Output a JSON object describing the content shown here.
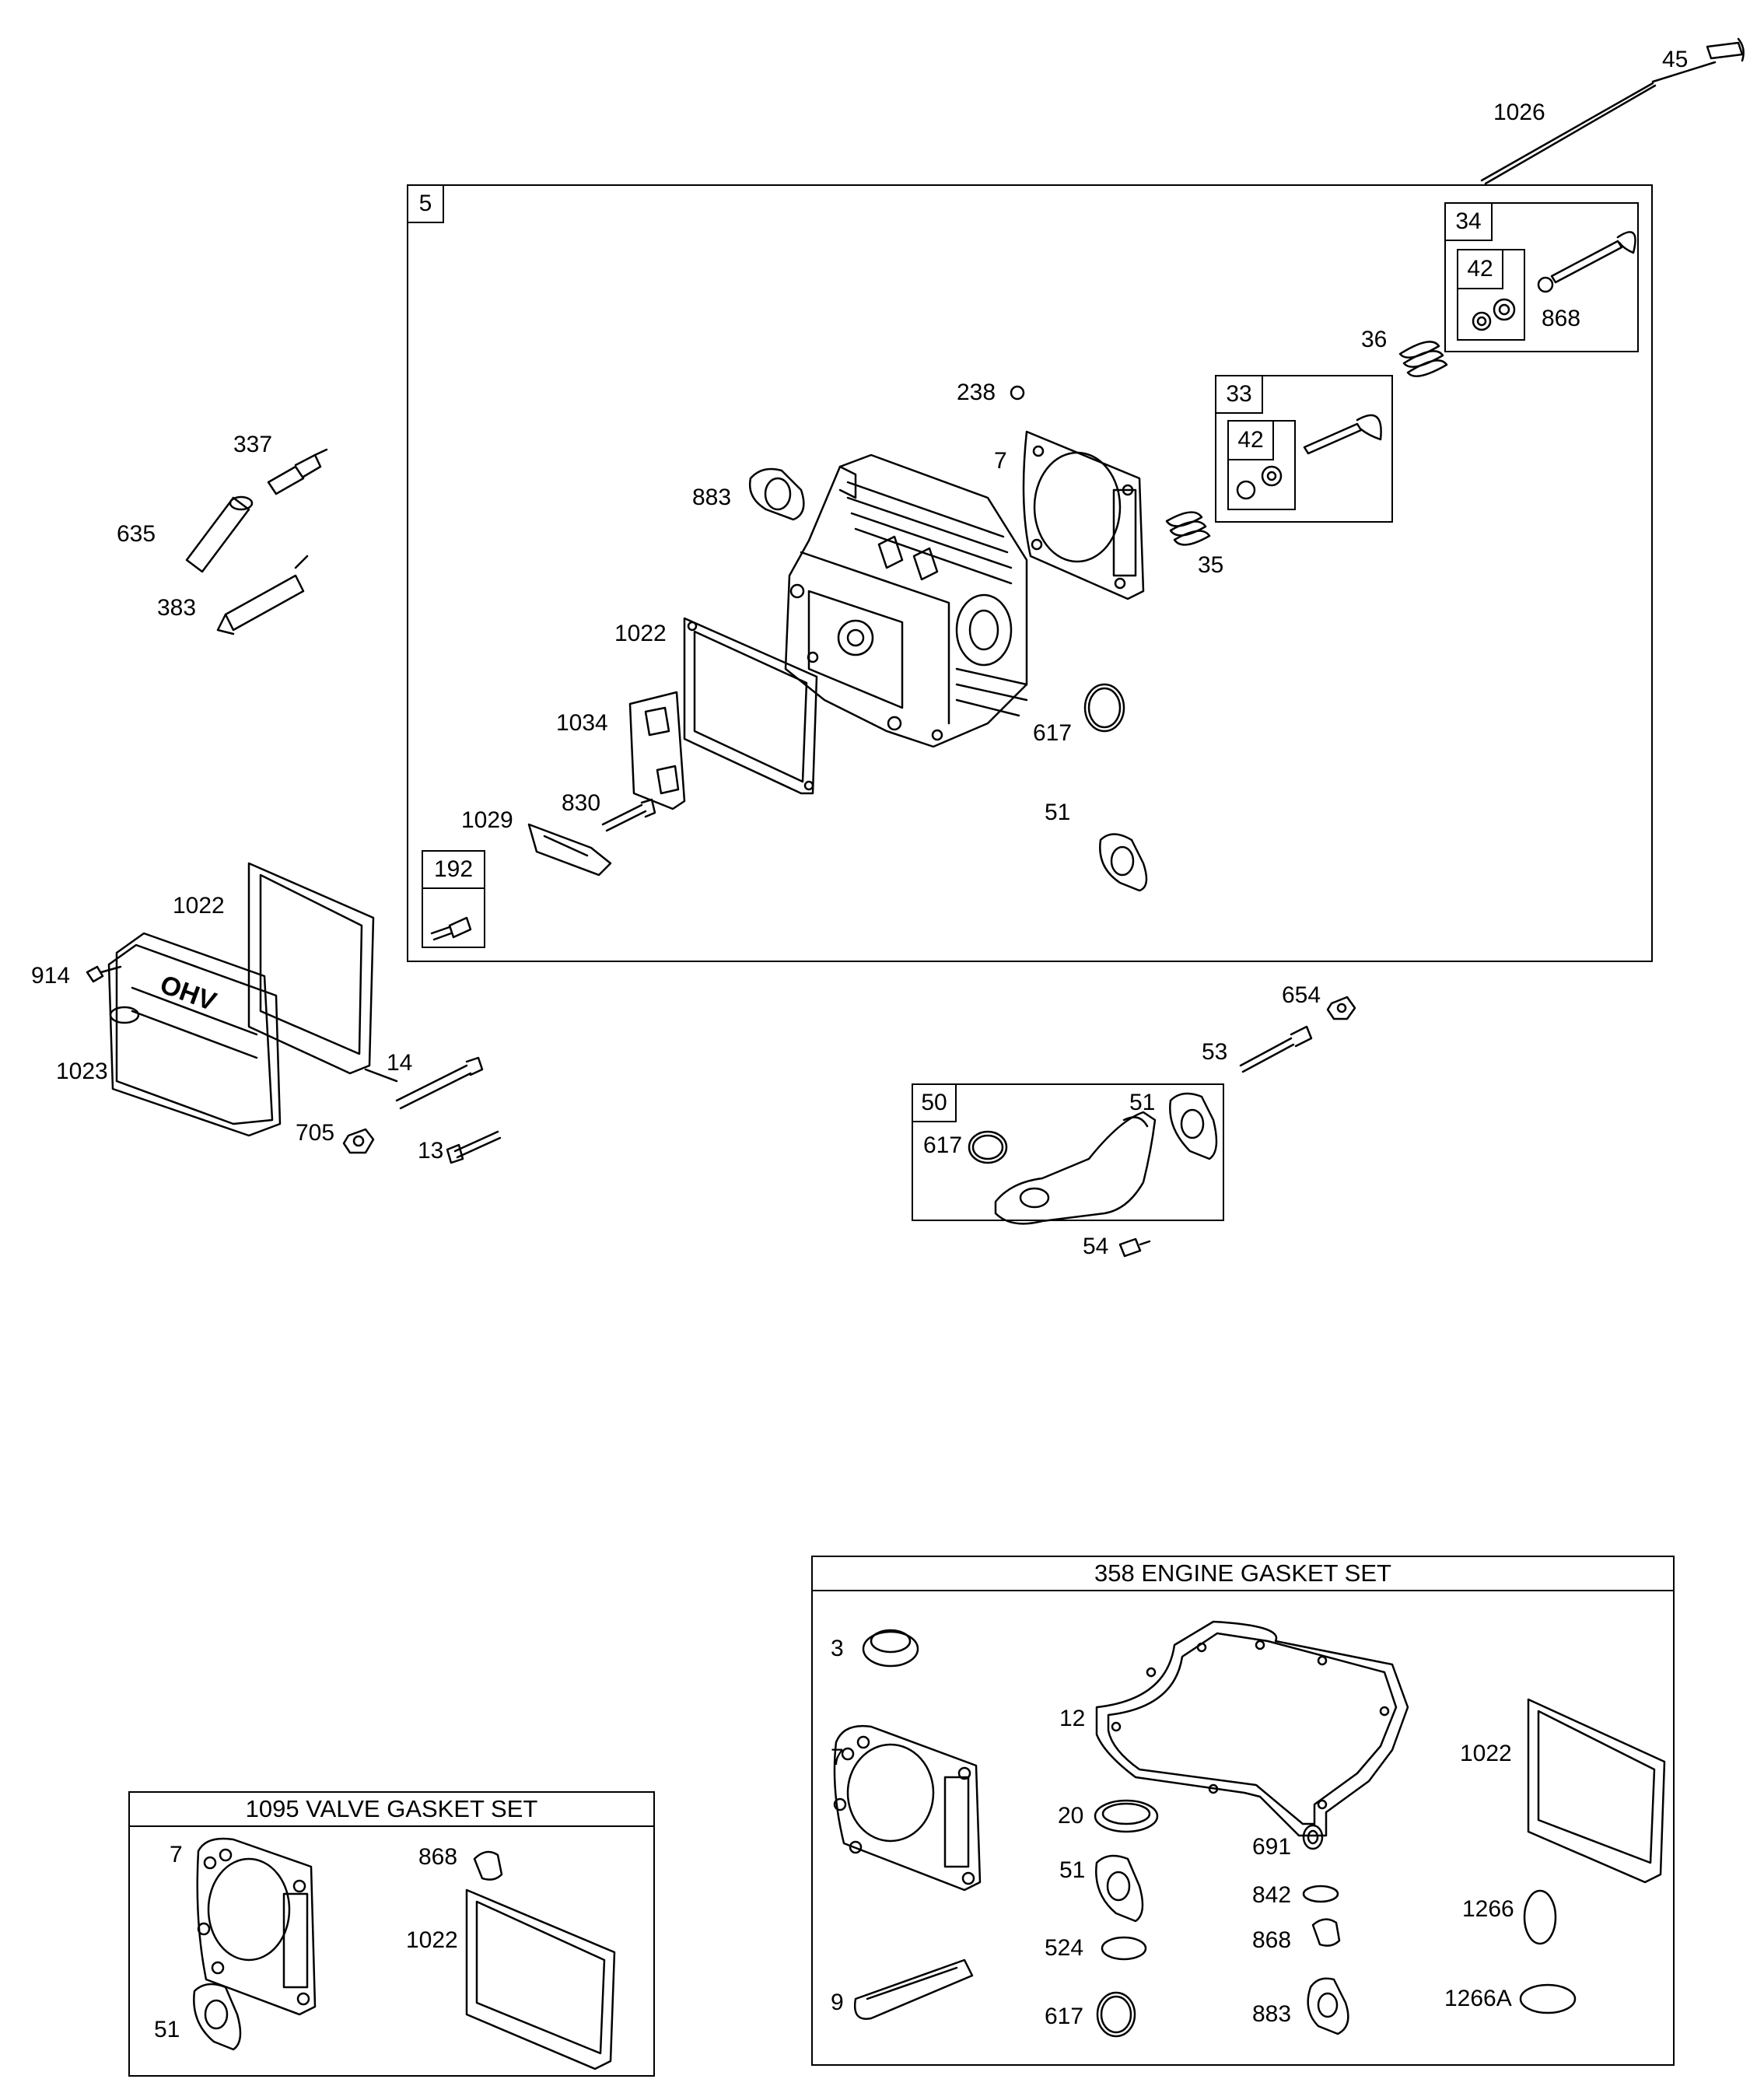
{
  "callouts": {
    "c45": "45",
    "c1026": "1026",
    "c5": "5",
    "c34": "34",
    "c42a": "42",
    "c868a": "868",
    "c36": "36",
    "c238": "238",
    "c33": "33",
    "c42b": "42",
    "c337": "337",
    "c7": "7",
    "c883": "883",
    "c635": "635",
    "c35": "35",
    "c383": "383",
    "c1022a": "1022",
    "c1034": "1034",
    "c617a": "617",
    "c830": "830",
    "c1029": "1029",
    "c51a": "51",
    "c192": "192",
    "c1022b": "1022",
    "c914": "914",
    "c654": "654",
    "c1023": "1023",
    "c14": "14",
    "c53": "53",
    "c50": "50",
    "c51b": "51",
    "c617b": "617",
    "c705": "705",
    "c13": "13",
    "c54": "54"
  },
  "valve_gasket_set": {
    "title": "1095 VALVE GASKET SET",
    "labels": {
      "k7": "7",
      "k868": "868",
      "k1022": "1022",
      "k51": "51"
    }
  },
  "engine_gasket_set": {
    "title": "358 ENGINE GASKET SET",
    "labels": {
      "k3": "3",
      "k12": "12",
      "k7": "7",
      "k1022": "1022",
      "k20": "20",
      "k691": "691",
      "k51": "51",
      "k842": "842",
      "k1266": "1266",
      "k524": "524",
      "k868": "868",
      "k9": "9",
      "k1266a": "1266A",
      "k617": "617",
      "k883": "883"
    }
  },
  "emblem_text": "OHV"
}
